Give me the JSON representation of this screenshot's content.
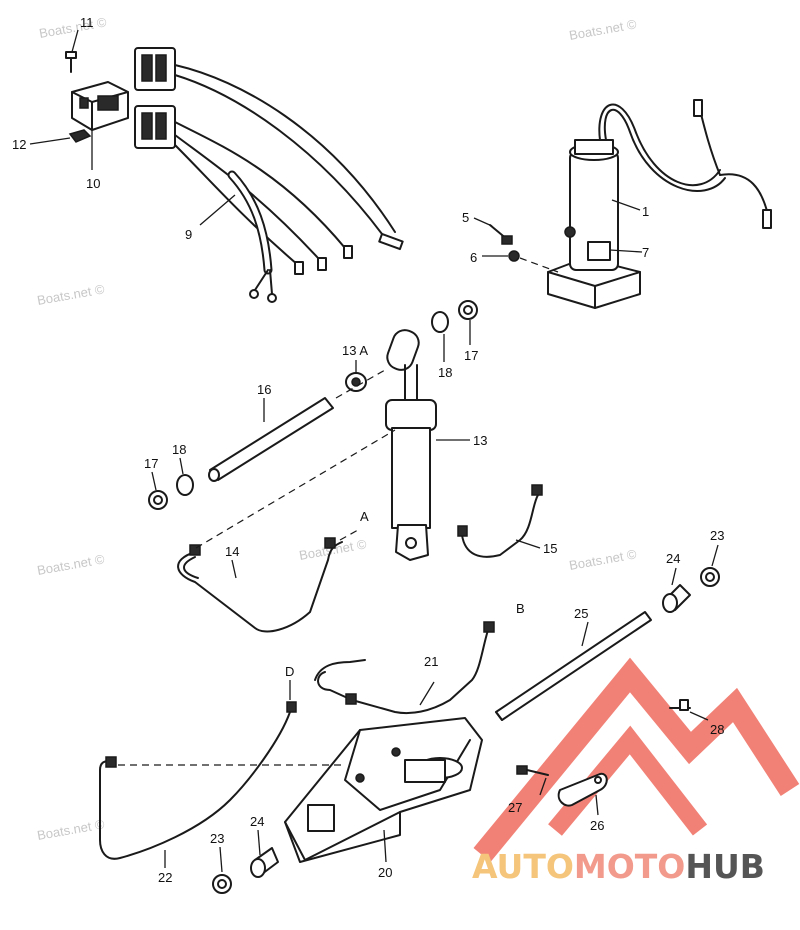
{
  "watermark": "Boats.net ©",
  "brand": {
    "part1": "AUTO",
    "part2": "MOTO",
    "part3": "HUB",
    "color1": "#f4c57a",
    "color2": "#f29a8c",
    "color3": "#555555",
    "triangle": "#ef6b5e"
  },
  "labels": {
    "l1": "1",
    "l5": "5",
    "l6": "6",
    "l7": "7",
    "l9": "9",
    "l10": "10",
    "l11": "11",
    "l12": "12",
    "l13": "13",
    "l13a": "13 A",
    "l14": "14",
    "l15": "15",
    "l16": "16",
    "l17a": "17",
    "l17b": "17",
    "l18a": "18",
    "l18b": "18",
    "l20": "20",
    "l21": "21",
    "l22": "22",
    "l23a": "23",
    "l23b": "23",
    "l24a": "24",
    "l24b": "24",
    "l25": "25",
    "l26": "26",
    "l27": "27",
    "l28": "28",
    "la": "A",
    "lb": "B",
    "ld": "D"
  }
}
